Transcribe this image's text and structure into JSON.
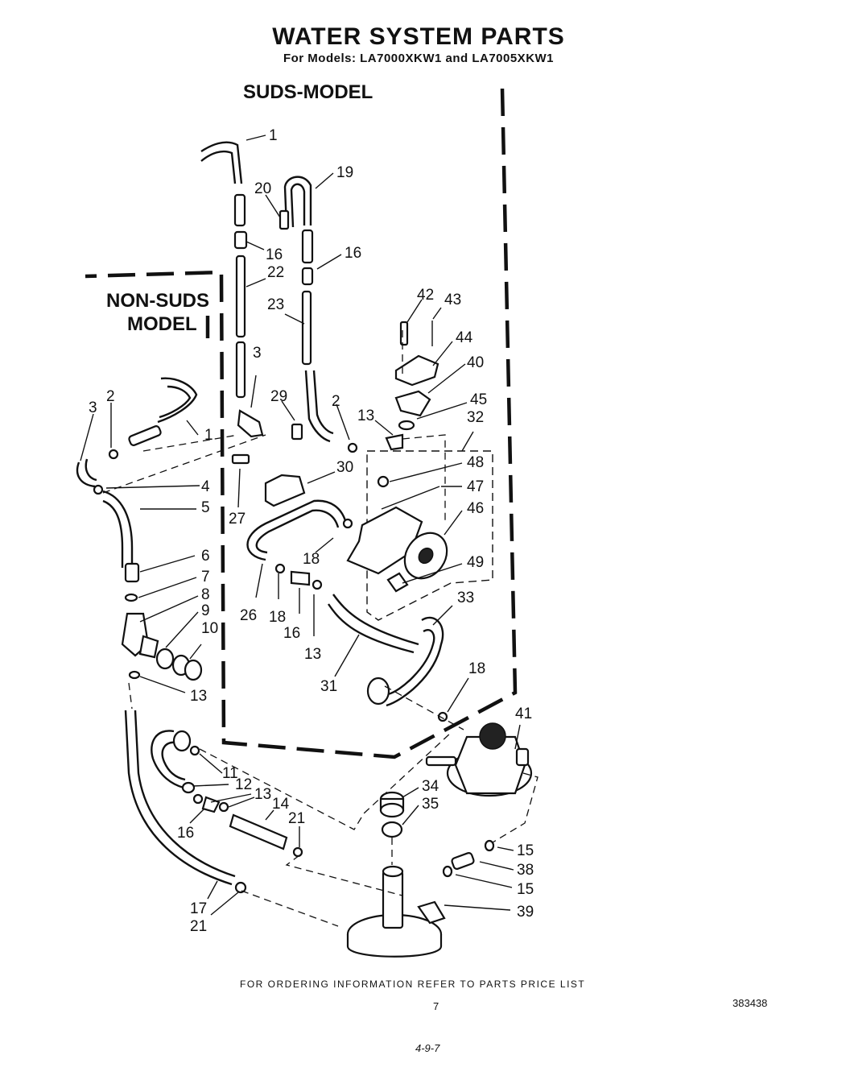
{
  "title": "WATER SYSTEM PARTS",
  "subtitle": "For Models: LA7000XKW1 and LA7005XKW1",
  "sections": {
    "suds": "SUDS-MODEL",
    "non_suds_line1": "NON-SUDS",
    "non_suds_line2": "MODEL"
  },
  "callouts": {
    "c1a": "1",
    "c19": "19",
    "c20": "20",
    "c16a": "16",
    "c16b": "16",
    "c22": "22",
    "c23": "23",
    "c42": "42",
    "c43": "43",
    "c44": "44",
    "c40": "40",
    "c45": "45",
    "c32": "32",
    "c13a": "13",
    "c3a": "3",
    "c29": "29",
    "c2a": "2",
    "c48": "48",
    "c47": "47",
    "c46": "46",
    "c49": "49",
    "c30": "30",
    "c27": "27",
    "c18a": "18",
    "c26": "26",
    "c18b": "18",
    "c16c": "16",
    "c13b": "13",
    "c33": "33",
    "c31": "31",
    "c18c": "18",
    "c41": "41",
    "c3b": "3",
    "c2b": "2",
    "c1b": "1",
    "c4": "4",
    "c5": "5",
    "c6": "6",
    "c7": "7",
    "c8": "8",
    "c9": "9",
    "c10": "10",
    "c13c": "13",
    "c11": "11",
    "c12": "12",
    "c13d": "13",
    "c14": "14",
    "c16d": "16",
    "c21a": "21",
    "c17": "17",
    "c21b": "21",
    "c34": "34",
    "c35": "35",
    "c15a": "15",
    "c38": "38",
    "c15b": "15",
    "c39": "39"
  },
  "footer": {
    "ordering": "FOR ORDERING INFORMATION REFER TO PARTS PRICE LIST",
    "page_number": "7",
    "doc_number": "383438",
    "handwritten": "4-9-7"
  }
}
